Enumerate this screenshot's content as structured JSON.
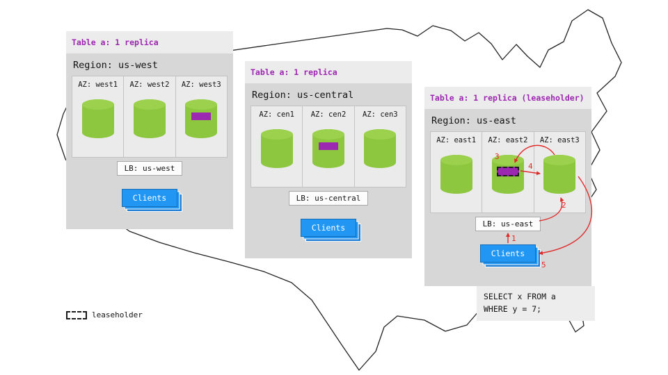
{
  "regions": [
    {
      "table_label": "Table a: 1 replica",
      "region_label": "Region: us-west",
      "azs": [
        {
          "label": "AZ: west1",
          "replica": false
        },
        {
          "label": "AZ: west2",
          "replica": false
        },
        {
          "label": "AZ: west3",
          "replica": true,
          "leaseholder": false
        }
      ],
      "lb_label": "LB: us-west",
      "clients_label": "Clients"
    },
    {
      "table_label": "Table a: 1 replica",
      "region_label": "Region: us-central",
      "azs": [
        {
          "label": "AZ: cen1",
          "replica": false
        },
        {
          "label": "AZ: cen2",
          "replica": true,
          "leaseholder": false
        },
        {
          "label": "AZ: cen3",
          "replica": false
        }
      ],
      "lb_label": "LB: us-central",
      "clients_label": "Clients"
    },
    {
      "table_label": "Table a: 1 replica (leaseholder)",
      "region_label": "Region: us-east",
      "azs": [
        {
          "label": "AZ: east1",
          "replica": false
        },
        {
          "label": "AZ: east2",
          "replica": true,
          "leaseholder": true
        },
        {
          "label": "AZ: east3",
          "replica": false
        }
      ],
      "lb_label": "LB: us-east",
      "clients_label": "Clients"
    }
  ],
  "flow_steps": [
    "1",
    "2",
    "3",
    "4",
    "5"
  ],
  "sql": {
    "line1": "SELECT x FROM a",
    "line2": "WHERE y = 7;"
  },
  "legend": {
    "label": "leaseholder"
  },
  "colors": {
    "table_label_purple": "#9c27b0",
    "replica_purple": "#9c27b0",
    "cylinder_green": "#8dc63f",
    "clients_blue": "#2196f3",
    "arrow_red": "#e02b2b"
  }
}
